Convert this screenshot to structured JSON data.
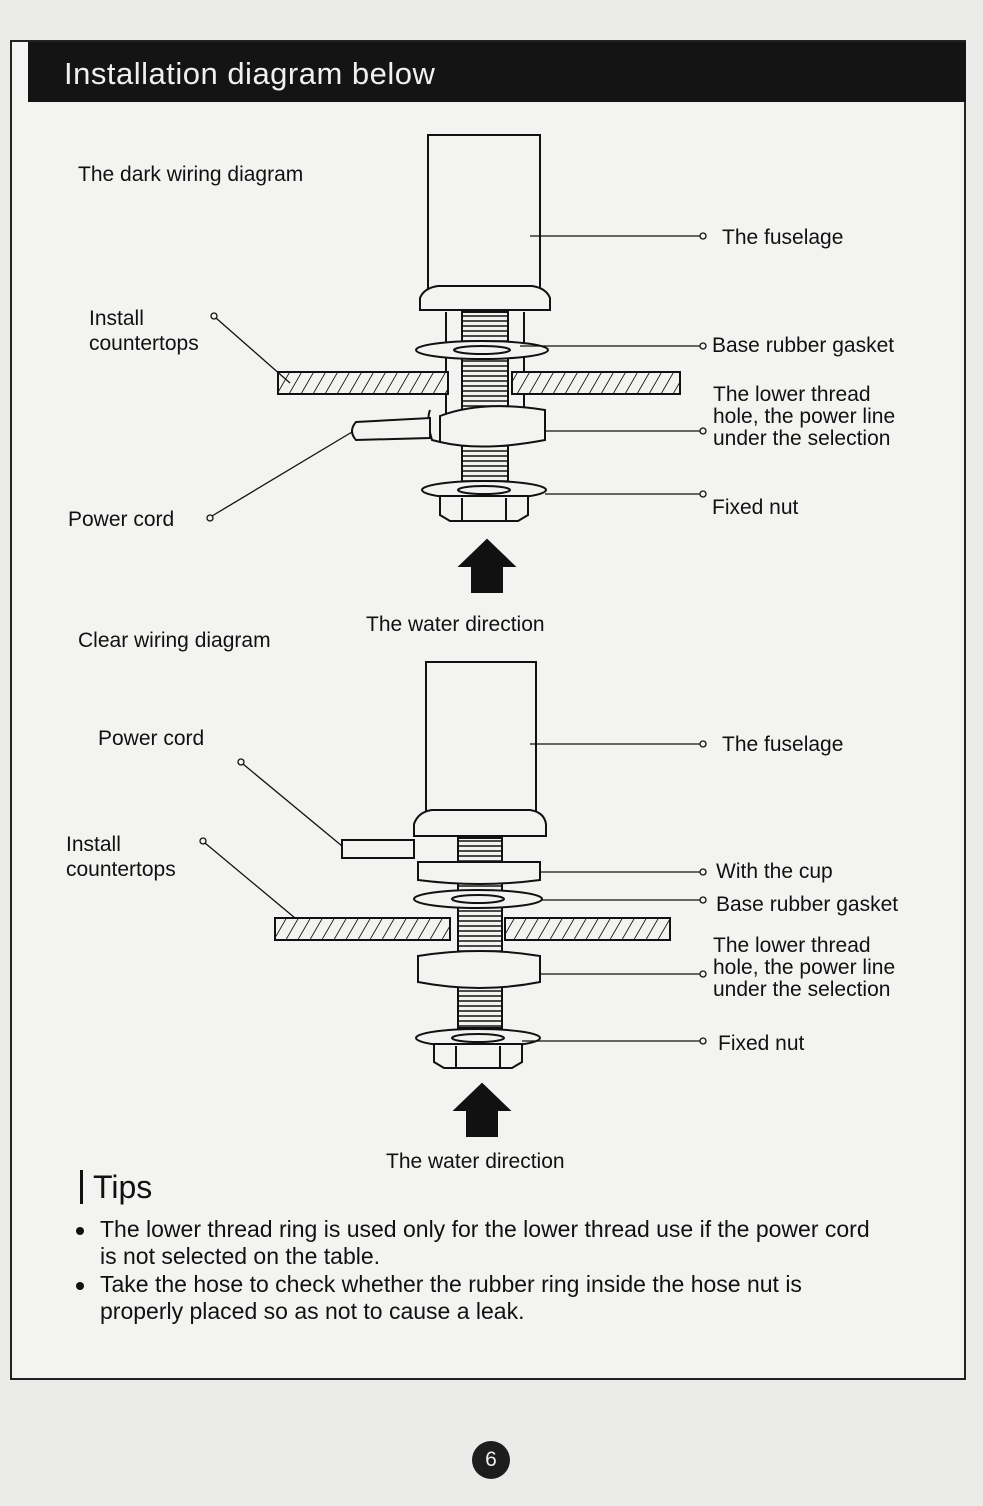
{
  "header": {
    "title": "Installation diagram below"
  },
  "dark_diagram": {
    "title": "The dark wiring diagram",
    "labels": {
      "install_countertops": "Install\ncountertops",
      "power_cord": "Power cord",
      "fuselage": "The fuselage",
      "base_rubber_gasket": "Base rubber gasket",
      "lower_thread": "The lower thread hole, the power line under the selection",
      "fixed_nut": "Fixed nut",
      "water_direction": "The water direction"
    }
  },
  "clear_diagram": {
    "title": "Clear wiring diagram",
    "labels": {
      "power_cord": "Power cord",
      "install_countertops": "Install\ncountertops",
      "fuselage": "The fuselage",
      "with_cup": "With the cup",
      "base_rubber_gasket": "Base rubber gasket",
      "lower_thread": "The lower thread hole, the power line under the selection",
      "fixed_nut": "Fixed nut",
      "water_direction": "The water direction"
    }
  },
  "tips": {
    "title": "Tips",
    "items": [
      "The lower thread ring is used only for the lower thread use if the power cord is not selected on the table.",
      "Take the hose to check whether the rubber ring inside the hose nut is properly placed so as not to cause a leak."
    ]
  },
  "page_number": "6"
}
